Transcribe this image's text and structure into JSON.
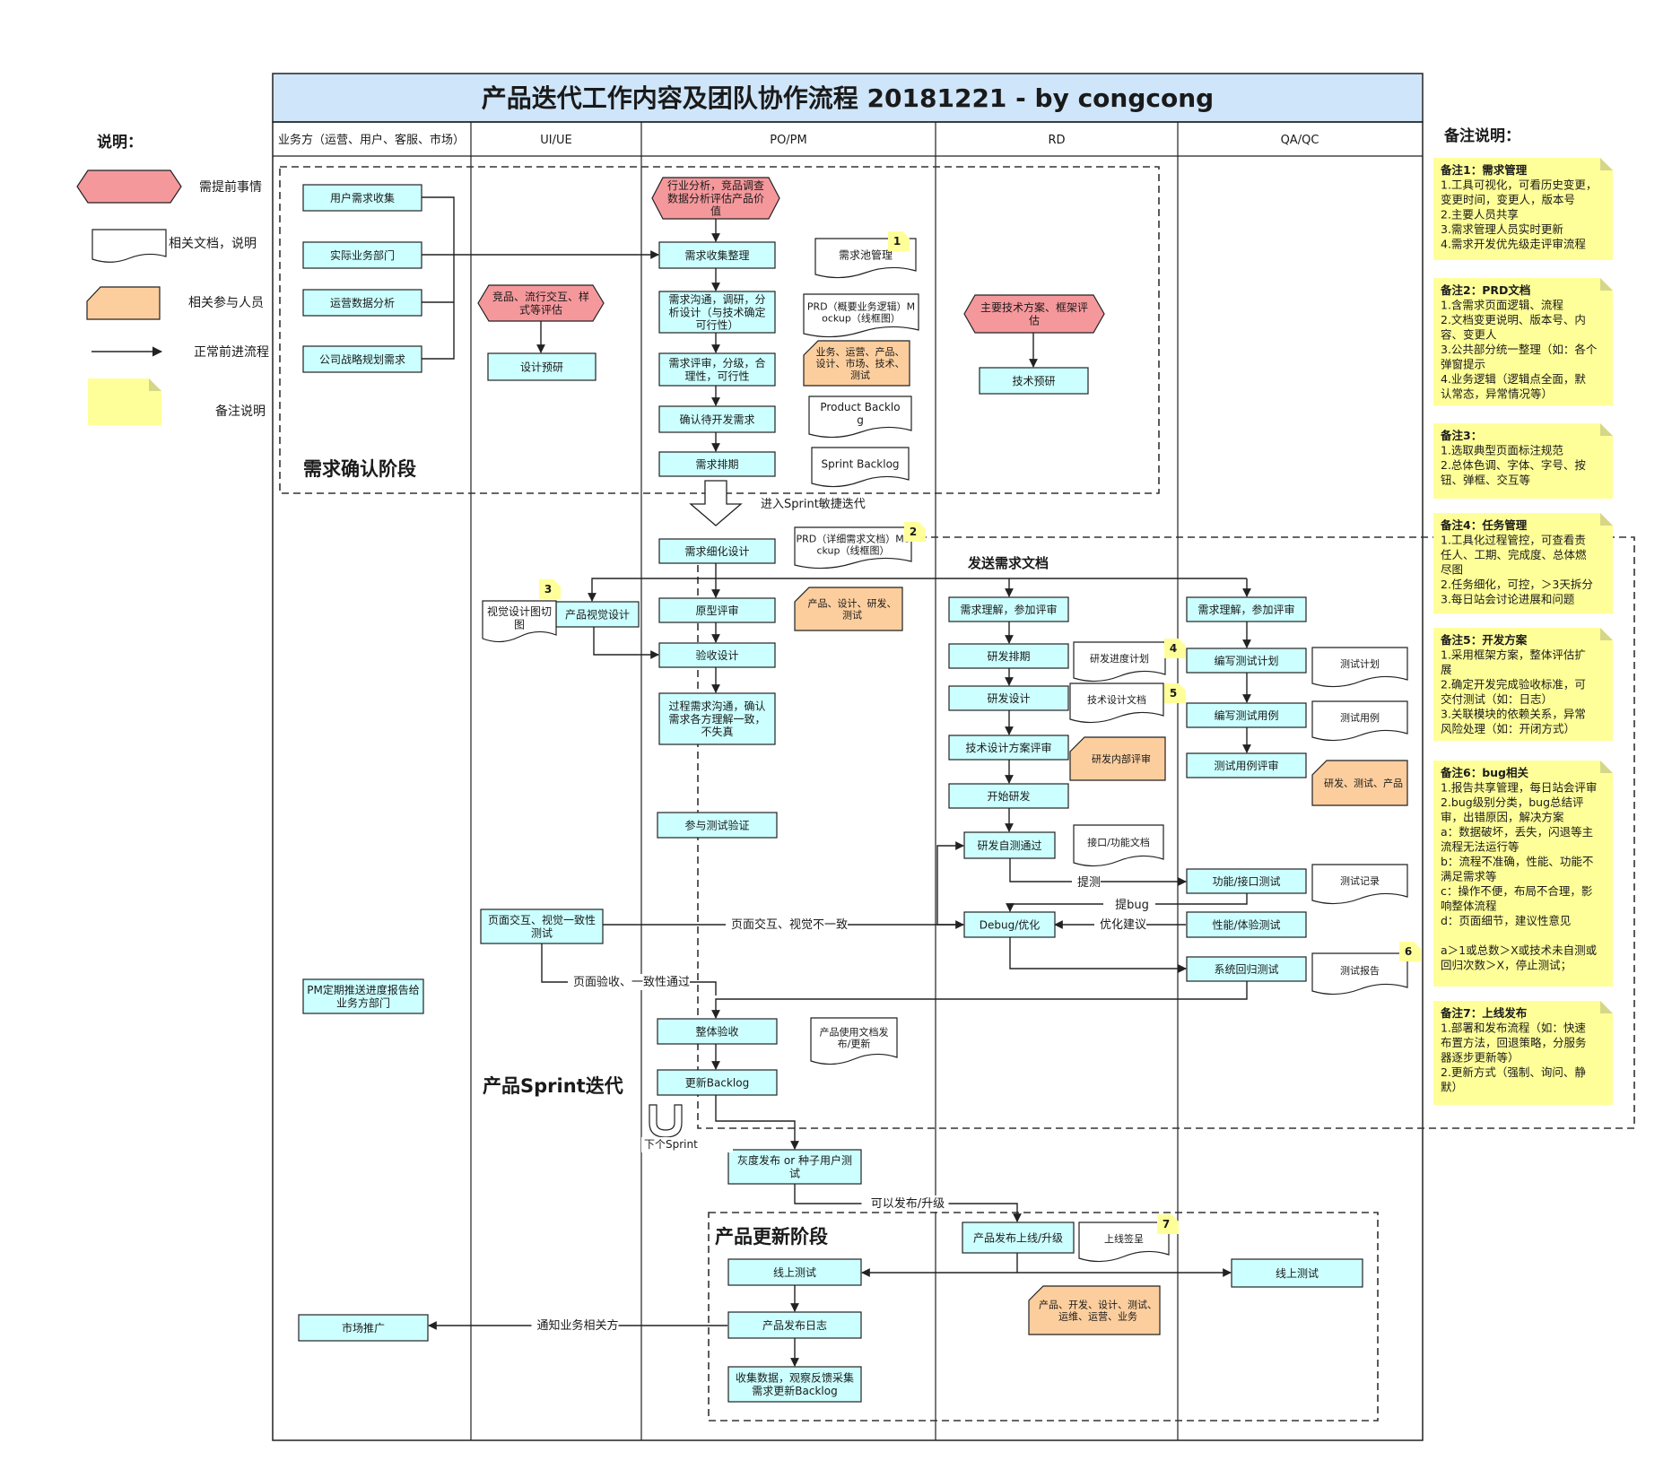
{
  "title": "产品迭代工作内容及团队协作流程 20181221 - by congcong",
  "lanes": [
    "业务方（运营、用户、客服、市场）",
    "UI/UE",
    "PO/PM",
    "RD",
    "QA/QC"
  ],
  "legend": {
    "heading": "说明：",
    "items": [
      "需提前事情",
      "相关文档，说明",
      "相关参与人员",
      "正常前进流程",
      "备注说明"
    ]
  },
  "phases": [
    "需求确认阶段",
    "产品Sprint迭代",
    "产品更新阶段"
  ],
  "biz": [
    "用户需求收集",
    "实际业务部门",
    "运营数据分析",
    "公司战略规划需求",
    "PM定期推送进度报告给业务方部门",
    "市场推广"
  ],
  "ui": [
    "竞品、流行交互、样式等评估",
    "设计预研",
    "产品视觉设计",
    "视觉设计图切图",
    "页面交互、视觉一致性测试"
  ],
  "pm": [
    "行业分析，竞品调查数据分析评估产品价值",
    "需求收集整理",
    "需求沟通，调研，分析设计（与技术确定可行性）",
    "需求评审，分级，合理性，可行性",
    "确认待开发需求",
    "需求排期",
    "需求细化设计",
    "原型评审",
    "验收设计",
    "过程需求沟通，确认需求各方理解一致，不失真",
    "参与测试验证",
    "整体验收",
    "更新Backlog",
    "灰度发布 or 种子用户测试",
    "线上测试",
    "产品发布日志",
    "收集数据，观察反馈采集需求更新Backlog"
  ],
  "pmdocs": [
    "需求池管理",
    "PRD（概要业务逻辑）Mockup（线框图）",
    "业务、运营、产品、设计、市场、技术、测试",
    "Product Backlog",
    "Sprint Backlog",
    "PRD（详细需求文档）Mockup（线框图）",
    "产品、设计、研发、测试",
    "产品使用文档发布/更新"
  ],
  "rd": [
    "主要技术方案、框架评估",
    "技术预研",
    "需求理解，参加评审",
    "研发排期",
    "研发设计",
    "技术设计方案评审",
    "开始研发",
    "研发自测通过",
    "Debug/优化",
    "产品发布上线/升级"
  ],
  "rddocs": [
    "研发进度计划",
    "技术设计文档",
    "研发内部评审",
    "接口/功能文档",
    "上线签呈",
    "产品、开发、设计、测试、运维、运营、业务"
  ],
  "qa": [
    "需求理解，参加评审",
    "编写测试计划",
    "编写测试用例",
    "测试用例评审",
    "功能/接口测试",
    "性能/体验测试",
    "系统回归测试",
    "线上测试"
  ],
  "qadocs": [
    "测试计划",
    "测试用例",
    "研发、测试、产品",
    "测试记录",
    "测试报告"
  ],
  "flow": [
    "进入Sprint敏捷迭代",
    "发送需求文档",
    "提测",
    "提bug",
    "优化建议",
    "页面交互、视觉不一致",
    "页面验收、一致性通过",
    "下个Sprint",
    "可以发布/升级",
    "通知业务相关方"
  ],
  "badges": [
    "1",
    "2",
    "3",
    "4",
    "5",
    "6",
    "7"
  ],
  "notes_heading": "备注说明：",
  "notes": [
    [
      "备注1：需求管理",
      "1.工具可视化，可看历史变更，",
      "变更时间，变更人，版本号",
      "2.主要人员共享",
      "3.需求管理人员实时更新",
      "4.需求开发优先级走评审流程"
    ],
    [
      "备注2：PRD文档",
      "1.含需求页面逻辑、流程",
      "2.文档变更说明、版本号、内",
      "容、变更人",
      "3.公共部分统一整理（如：各个",
      "弹窗提示",
      "4.业务逻辑（逻辑点全面，默",
      "认常态，异常情况等）"
    ],
    [
      "备注3：",
      "1.选取典型页面标注规范",
      "2.总体色调、字体、字号、按",
      "钮、弹框、交互等"
    ],
    [
      "备注4：任务管理",
      "1.工具化过程管控，可查看责",
      "任人、工期、完成度、总体燃",
      "尽图",
      "2.任务细化，可控，＞3天拆分",
      "3.每日站会讨论进展和问题"
    ],
    [
      "备注5：开发方案",
      "1.采用框架方案，整体评估扩",
      "展",
      "2.确定开发完成验收标准，可",
      "交付测试（如：日志）",
      "3.关联模块的依赖关系，异常",
      "风险处理（如：开闭方式）"
    ],
    [
      "备注6：bug相关",
      "1.报告共享管理，每日站会评审",
      "2.bug级别分类，bug总结评",
      "审，出错原因，解决方案",
      "a：数据破坏，丢失，闪退等主",
      "流程无法运行等",
      "b：流程不准确，性能、功能不",
      "满足需求等",
      "c：操作不便，布局不合理，影",
      "响整体流程",
      "d：页面细节，建议性意见",
      "",
      "a＞1或总数＞X或技术未自测或",
      "回归次数＞X，停止测试；"
    ],
    [
      "备注7：上线发布",
      "1.部署和发布流程（如：快速",
      "布置方法，回退策略，分服务",
      "器逐步更新等）",
      "2.更新方式（强制、询问、静",
      "默）"
    ]
  ],
  "colors": {
    "header_fill": "#cfe5fa",
    "process_fill": "#ccffff",
    "advance_fill": "#f5989c",
    "people_fill": "#fcce9e",
    "note_fill": "#ffff99",
    "line": "#222222"
  }
}
